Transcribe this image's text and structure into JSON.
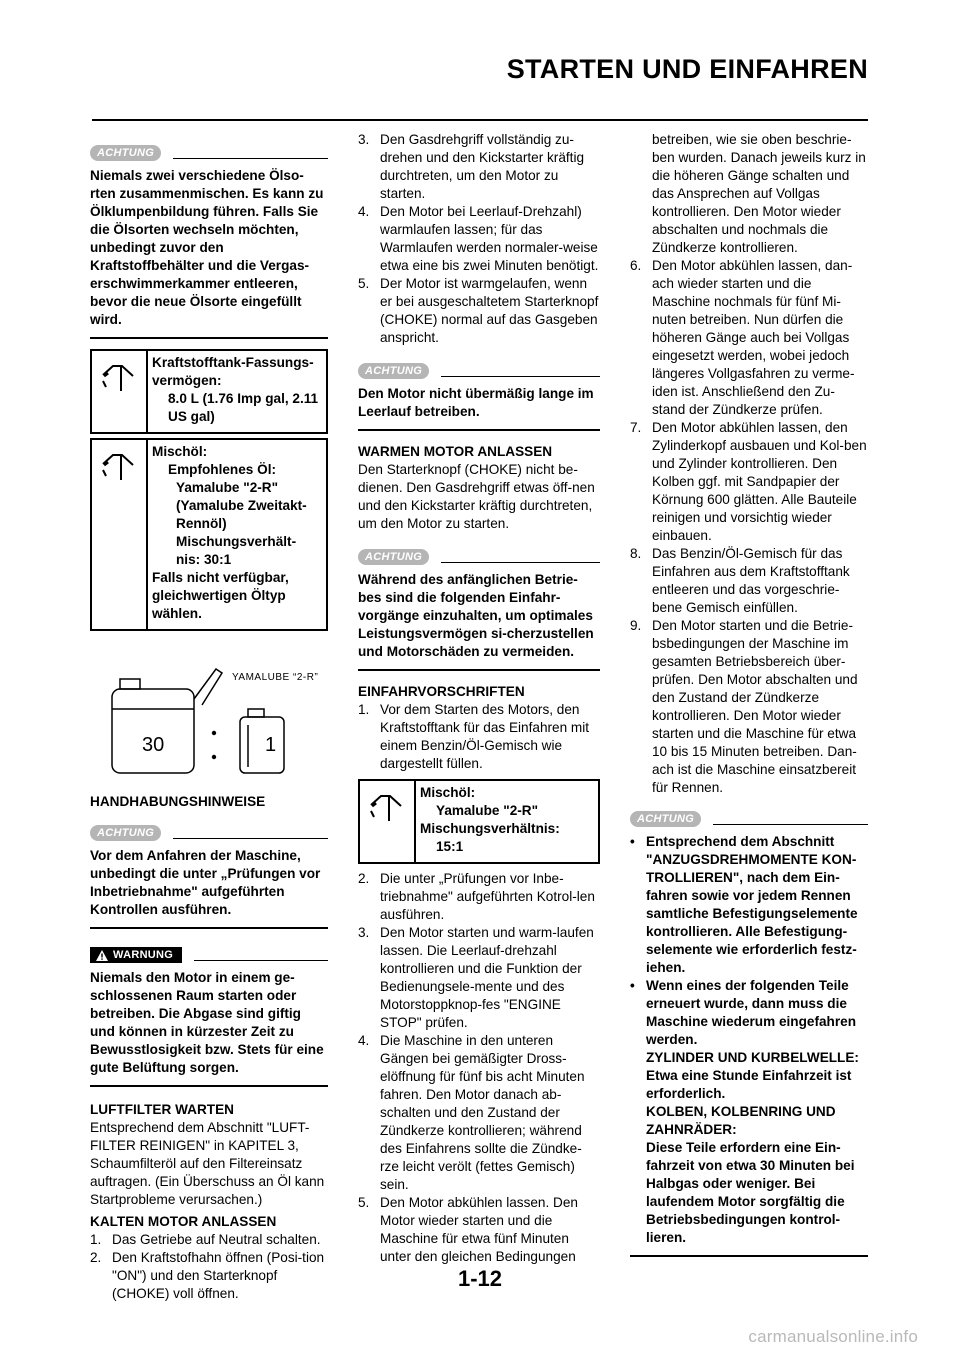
{
  "header": {
    "title": "STARTEN UND EINFAHREN"
  },
  "col1": {
    "caution1": {
      "label": "ACHTUNG",
      "text": "Niemals zwei verschiedene Ölso-rten zusammenmischen. Es kann zu Ölklumpenbildung führen. Falls Sie die Ölsorten wechseln möchten, unbedingt zuvor den Kraftstoffbehälter und die Vergas-erschwimmerkammer entleeren, bevor die neue Ölsorte eingefüllt wird."
    },
    "spec1": {
      "label": "Kraftstofftank-Fassungs-vermögen:",
      "value": "8.0 L (1.76 Imp gal, 2.11 US gal)"
    },
    "spec2": {
      "label": "Mischöl:",
      "sub_label": "Empfohlenes Öl:",
      "oil": "Yamalube \"2-R\" (Yamalube Zweitakt-Rennöl)",
      "ratio": "Mischungsverhält-nis: 30:1",
      "note": "Falls nicht verfügbar, gleichwertigen Öltyp wählen."
    },
    "illustration": {
      "label": "YAMALUBE “2-R”",
      "left_number": "30",
      "right_number": "1"
    },
    "handling_title": "HANDHABUNGSHINWEISE",
    "caution2": {
      "label": "ACHTUNG",
      "text": "Vor dem Anfahren der Maschine, unbedingt die unter „Prüfungen vor Inbetriebnahme\" aufgeführten Kontrollen ausführen."
    },
    "warning": {
      "label": "WARNUNG",
      "text": "Niemals den Motor in einem ge-schlossenen Raum starten oder betreiben. Die Abgase sind giftig und können in kürzester Zeit zu Bewusstlosigkeit bzw. Stets für eine gute Belüftung sorgen."
    },
    "airfilter_title": "LUFTFILTER WARTEN",
    "airfilter_text": "Entsprechend dem Abschnitt \"LUFT-FILTER REINIGEN\" in KAPITEL 3, Schaumfilteröl auf den Filtereinsatz auftragen. (Ein Überschuss an Öl kann Startprobleme verursachen.)",
    "coldstart_title": "KALTEN MOTOR ANLASSEN",
    "coldstart_steps": [
      {
        "num": "1.",
        "text": "Das Getriebe auf Neutral schalten."
      },
      {
        "num": "2.",
        "text": "Den Kraftstofhahn öffnen (Posi-tion \"ON\") und den Starterknopf (CHOKE) voll öffnen."
      }
    ]
  },
  "col2": {
    "coldstart_steps": [
      {
        "num": "3.",
        "text": "Den Gasdrehgriff vollständig zu-drehen und den Kickstarter kräftig durchtreten, um den Motor zu starten."
      },
      {
        "num": "4.",
        "text": "Den Motor bei Leerlauf-Drehzahl) warmlaufen lassen;  für das Warmlaufen werden normaler-weise etwa eine bis zwei Minuten benötigt."
      },
      {
        "num": "5.",
        "text": "Der Motor ist warmgelaufen, wenn er bei ausgeschaltetem Starterknopf (CHOKE) normal auf das Gasgeben anspricht."
      }
    ],
    "caution1": {
      "label": "ACHTUNG",
      "text": "Den Motor nicht übermäßig lange im Leerlauf betreiben."
    },
    "warmstart_title": "WARMEN MOTOR ANLASSEN",
    "warmstart_text": "Den Starterknopf (CHOKE) nicht be-dienen. Den Gasdrehgriff etwas öff-nen und den Kickstarter kräftig durchtreten, um den Motor zu starten.",
    "caution2": {
      "label": "ACHTUNG",
      "text": "Während des anfänglichen Betrie-bes sind die folgenden Einfahr-vorgänge einzuhalten, um optimales Leistungsvermögen si-cherzustellen und Motorschäden zu vermeiden."
    },
    "breakin_title": "EINFAHRVORSCHRIFTEN",
    "breakin_step1": {
      "num": "1.",
      "text": "Vor dem Starten des Motors, den Kraftstofftank für das Einfahren mit einem Benzin/Öl-Gemisch wie dargestellt füllen."
    },
    "spec": {
      "label": "Mischöl:",
      "oil": "Yamalube \"2-R\"",
      "ratio_label": "Mischungsverhältnis:",
      "ratio": "15:1"
    },
    "breakin_steps": [
      {
        "num": "2.",
        "text": "Die unter „Prüfungen vor Inbe-triebnahme\" aufgeführten Kotrol-len ausführen."
      },
      {
        "num": "3.",
        "text": "Den Motor starten und warm-laufen lassen. Die Leerlauf-drehzahl kontrollieren und die Funktion der Bedienungsele-mente und des Motorstoppknop-fes \"ENGINE STOP\" prüfen."
      },
      {
        "num": "4.",
        "text": "Die Maschine in den unteren Gängen bei gemäßigter Dross-elöffnung für fünf bis acht Minuten fahren. Den Motor danach ab-schalten und den Zustand der Zündkerze kontrollieren; während des Einfahrens sollte die Zündke-rze leicht verölt (fettes Gemisch) sein."
      },
      {
        "num": "5.",
        "text": "Den Motor abkühlen lassen. Den Motor wieder starten und die Maschine für etwa fünf Minuten unter den gleichen Bedingungen"
      }
    ]
  },
  "col3": {
    "continuation": "betreiben, wie sie oben beschrie-ben wurden. Danach jeweils kurz in die höheren Gänge schalten und das Ansprechen auf Vollgas kontrollieren. Den Motor wieder abschalten und nochmals die Zündkerze kontrollieren.",
    "steps": [
      {
        "num": "6.",
        "text": "Den Motor abkühlen lassen, dan-ach wieder starten und die Maschine nochmals für fünf Mi-nuten betreiben. Nun dürfen die höheren Gänge auch bei Vollgas eingesetzt werden, wobei jedoch längeres Vollgasfahren zu verme-iden ist. Anschließend den Zu-stand der Zündkerze prüfen."
      },
      {
        "num": "7.",
        "text": "Den Motor abkühlen lassen, den Zylinderkopf ausbauen und Kol-ben und Zylinder kontrollieren. Den Kolben ggf. mit Sandpapier der Körnung 600 glätten. Alle Bauteile reinigen und vorsichtig wieder einbauen."
      },
      {
        "num": "8.",
        "text": "Das Benzin/Öl-Gemisch für das Einfahren aus dem Kraftstofftank entleeren und das vorgeschrie-bene Gemisch einfüllen."
      },
      {
        "num": "9.",
        "text": "Den Motor starten und die Betrie-bsbedingungen der Maschine im gesamten Betriebsbereich über-prüfen. Den Motor abschalten und den Zustand der Zündkerze kontrollieren. Den Motor wieder starten und die Maschine für etwa 10 bis 15 Minuten betreiben. Dan-ach ist die Maschine einsatzbereit für Rennen."
      }
    ],
    "caution": {
      "label": "ACHTUNG",
      "bullet1": "Entsprechend dem Abschnitt \"ANZUGSDREHMOMENTE KON-TROLLIEREN\", nach dem Ein-fahren sowie vor jedem Rennen samtliche Befestigungselemente kontrollieren. Alle Befestigung-selemente wie erforderlich festz-iehen.",
      "bullet2": "Wenn eines der folgenden Teile erneuert wurde, dann muss die Maschine wiederum eingefahren werden.",
      "cyl_title": "ZYLINDER UND KURBELWELLE:",
      "cyl_text": "Etwa eine Stunde Einfahrzeit ist erforderlich.",
      "piston_title": "KOLBEN, KOLBENRING UND ZAHNRÄDER:",
      "piston_text": "Diese Teile erfordern eine Ein-fahrzeit von etwa 30 Minuten bei Halbgas oder weniger. Bei laufendem Motor sorgfältig die Betriebsbedingungen kontrol-lieren."
    }
  },
  "footer": {
    "page_number": "1-12",
    "watermark": "carmanualsonline.info"
  }
}
